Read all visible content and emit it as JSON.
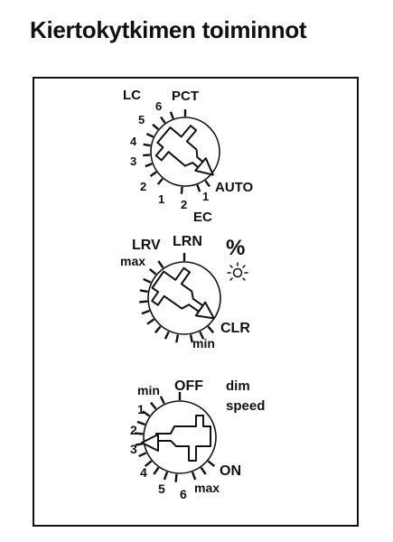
{
  "title": "Kiertokytkimen toiminnot",
  "colors": {
    "ink": "#111111",
    "background": "#ffffff"
  },
  "dials": [
    {
      "labels": {
        "lc": "LC",
        "pct": "PCT",
        "auto": "AUTO",
        "ec": "EC",
        "n6": "6",
        "n5": "5",
        "n4": "4",
        "n3": "3",
        "n2": "2",
        "n1": "1",
        "ec2": "2",
        "ec1": "1"
      },
      "icons": [
        "hand-cursor-icon"
      ]
    },
    {
      "labels": {
        "lrv": "LRV",
        "lrn": "LRN",
        "max": "max",
        "clr": "CLR",
        "min": "min",
        "percent": "%"
      },
      "icons": [
        "hand-cursor-icon",
        "lamp-icon"
      ]
    },
    {
      "labels": {
        "min": "min",
        "off": "OFF",
        "dim": "dim",
        "speed": "speed",
        "on": "ON",
        "max": "max",
        "n1": "1",
        "n2": "2",
        "n3": "3",
        "n4": "4",
        "n5": "5",
        "n6": "6"
      },
      "icons": [
        "hand-cursor-icon"
      ]
    }
  ]
}
